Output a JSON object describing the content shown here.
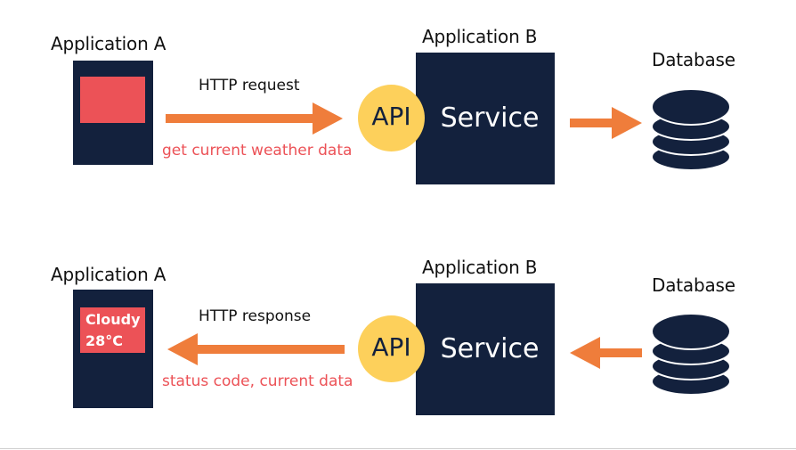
{
  "flows": [
    {
      "id": "request",
      "client_title": "Application A",
      "server_title": "Application B",
      "api_label": "API",
      "service_label": "Service",
      "db_title": "Database",
      "protocol_label": "HTTP request",
      "payload_label": "get current weather data",
      "screen_lines": []
    },
    {
      "id": "response",
      "client_title": "Application A",
      "server_title": "Application B",
      "api_label": "API",
      "service_label": "Service",
      "db_title": "Database",
      "protocol_label": "HTTP response",
      "payload_label": "status code, current data",
      "screen_lines": [
        "Cloudy",
        "28°C"
      ]
    }
  ],
  "colors": {
    "navy": "#13213d",
    "red": "#ec5257",
    "yellow": "#fdd05b",
    "orange": "#ef7d3b"
  },
  "icons": {
    "database": "database-icon",
    "arrow": "arrow-icon"
  }
}
